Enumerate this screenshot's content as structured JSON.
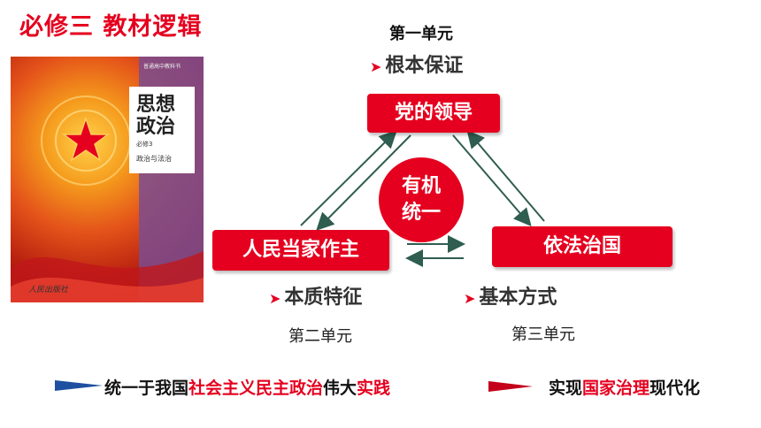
{
  "title": "必修三 教材逻辑",
  "book": {
    "series_text": "普通高中教科书",
    "cover_title": "思想政治",
    "volume": "必修3",
    "subtitle": "政治与法治",
    "publisher": "人民出版社"
  },
  "units": {
    "unit1": {
      "name": "第一单元",
      "label": "根本保证"
    },
    "unit2": {
      "name": "第二单元",
      "label": "本质特征"
    },
    "unit3": {
      "name": "第三单元",
      "label": "基本方式"
    }
  },
  "nodes": {
    "party": "党的领导",
    "people": "人民当家作主",
    "law": "依法治国"
  },
  "center": {
    "line1": "有机",
    "line2": "统一"
  },
  "bottom": {
    "left": {
      "part1": "统一于我国",
      "part2": "社会主义民主政治",
      "part3": "伟大",
      "part4": "实践"
    },
    "right": {
      "part1": "实现",
      "part2": "国家治理",
      "part3": "现代化"
    }
  },
  "colors": {
    "accent": "#e5001f",
    "arrow": "#2f5d50",
    "blue": "#1f4fa0"
  }
}
